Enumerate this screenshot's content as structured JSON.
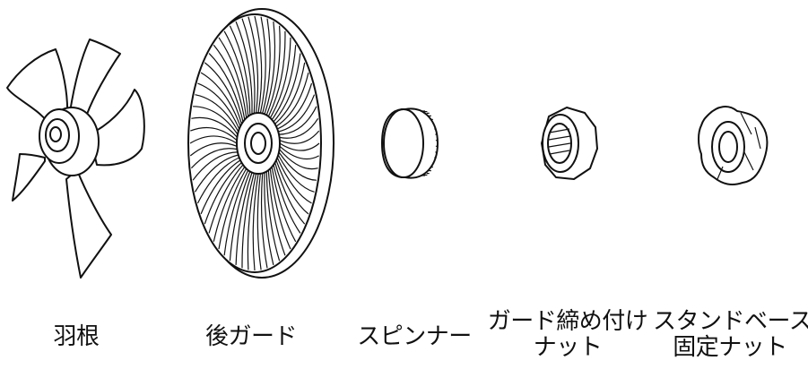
{
  "parts": [
    {
      "id": "blade",
      "lines": [
        "羽根"
      ]
    },
    {
      "id": "guard",
      "lines": [
        "後ガード"
      ]
    },
    {
      "id": "spinner",
      "lines": [
        "スピンナー"
      ]
    },
    {
      "id": "gnut",
      "lines": [
        "ガード締め付け",
        "ナット"
      ]
    },
    {
      "id": "snut",
      "lines": [
        "スタンドベース",
        "固定ナット"
      ]
    }
  ]
}
